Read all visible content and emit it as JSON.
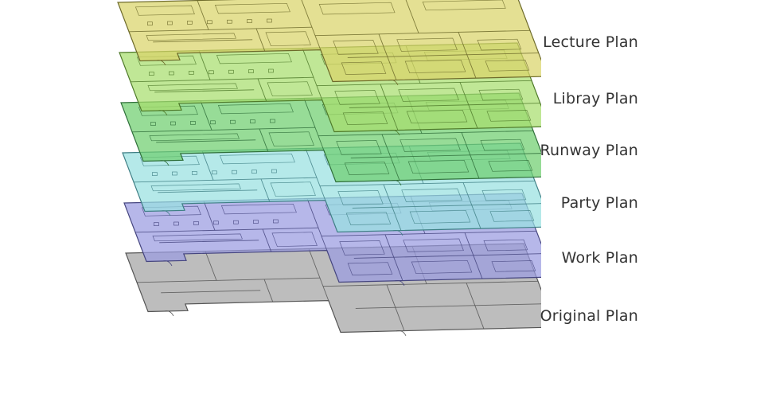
{
  "diagram": {
    "layers": [
      {
        "label": "Lecture Plan",
        "color": "#d9d46a",
        "stroke": "#6d6a2a"
      },
      {
        "label": "Libray Plan",
        "color": "#a7de6e",
        "stroke": "#4f7a2a"
      },
      {
        "label": "Runway Plan",
        "color": "#6fcf6f",
        "stroke": "#2f6f3a"
      },
      {
        "label": "Party Plan",
        "color": "#98e0e0",
        "stroke": "#3f7f85"
      },
      {
        "label": "Work Plan",
        "color": "#9a9be0",
        "stroke": "#45457f"
      },
      {
        "label": "Original Plan",
        "color": "#b9b9b9",
        "stroke": "#555555"
      }
    ]
  }
}
